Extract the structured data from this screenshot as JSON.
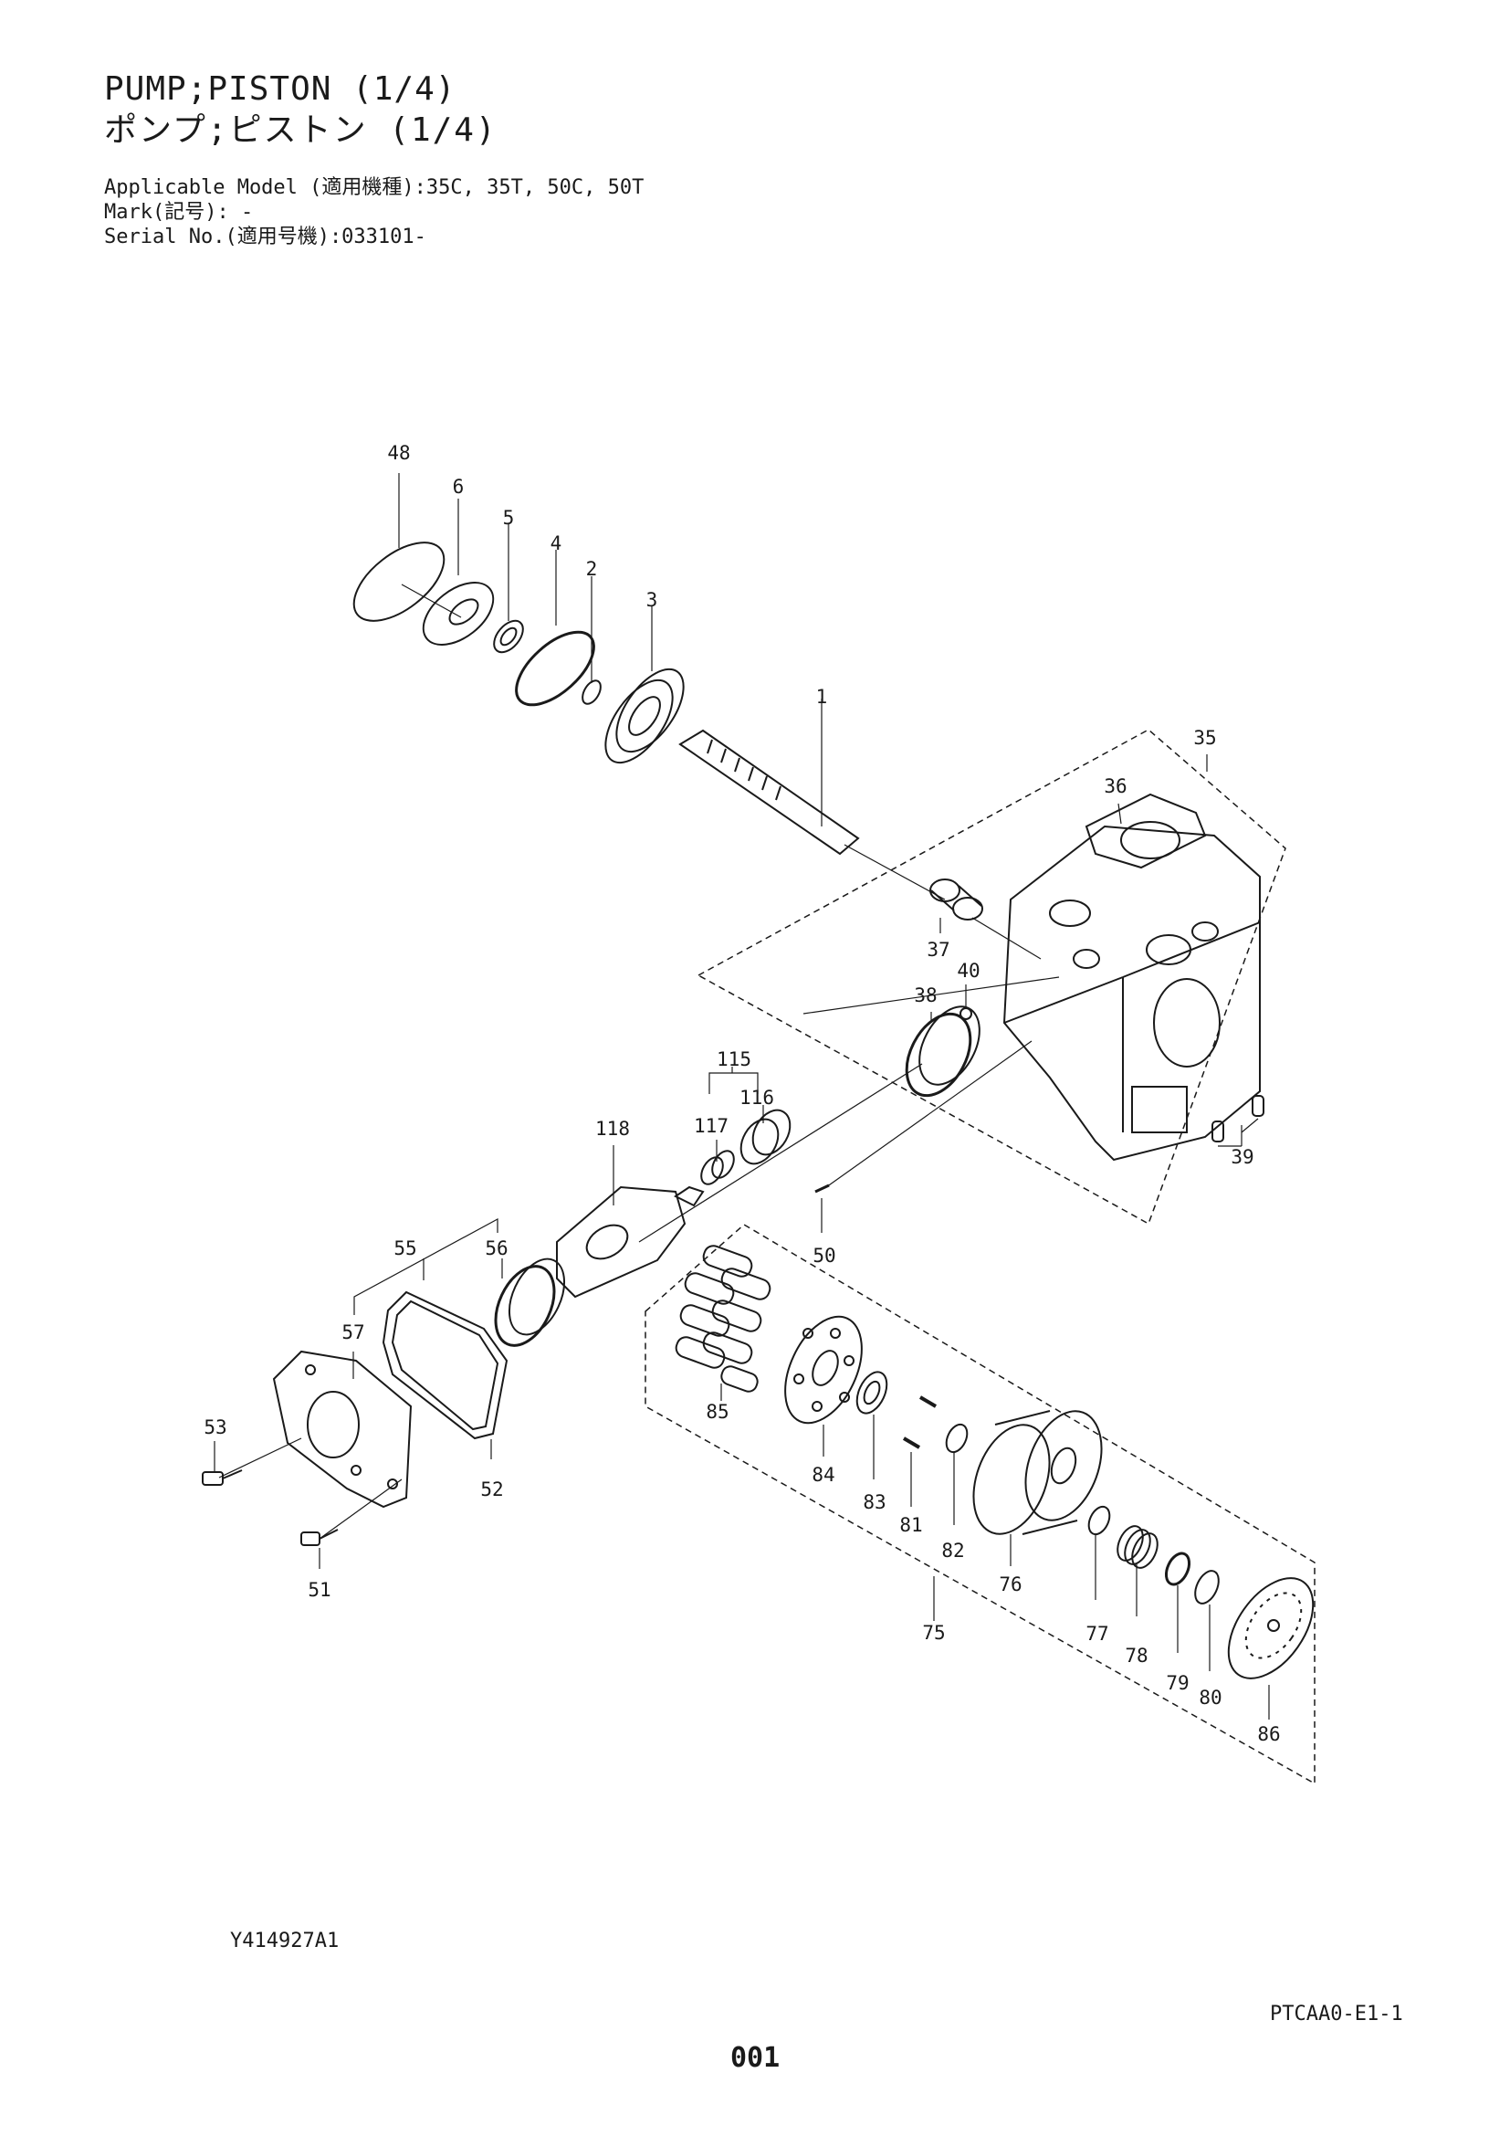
{
  "header": {
    "title_en": "PUMP;PISTON (1/4)",
    "title_jp": "ポンプ;ピストン (1/4)",
    "applicable_model": "Applicable Model (適用機種):35C, 35T, 50C, 50T",
    "mark": "Mark(記号): -",
    "serial": "Serial No.(適用号機):033101-"
  },
  "footer": {
    "drawing_id": "Y414927A1",
    "sheet_code": "PTCAA0-E1-1",
    "page": "001"
  },
  "labels": {
    "p1": "1",
    "p2": "2",
    "p3": "3",
    "p4": "4",
    "p5": "5",
    "p6": "6",
    "p35": "35",
    "p36": "36",
    "p37": "37",
    "p38": "38",
    "p39": "39",
    "p40": "40",
    "p48": "48",
    "p50": "50",
    "p51": "51",
    "p52": "52",
    "p53": "53",
    "p55": "55",
    "p56": "56",
    "p57": "57",
    "p75": "75",
    "p76": "76",
    "p77": "77",
    "p78": "78",
    "p79": "79",
    "p80": "80",
    "p81": "81",
    "p82": "82",
    "p83": "83",
    "p84": "84",
    "p85": "85",
    "p86": "86",
    "p115": "115",
    "p116": "116",
    "p117": "117",
    "p118": "118"
  }
}
